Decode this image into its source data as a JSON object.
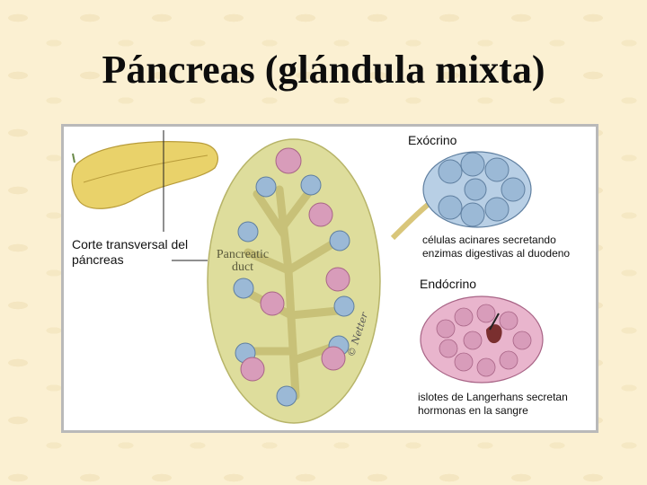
{
  "title": "Páncreas (glándula mixta)",
  "labels": {
    "cross_section": "Corte transversal del páncreas",
    "duct": "Pancreatic duct",
    "exocrine": "Exócrino",
    "acinar_caption": "células acinares secretando enzimas digestivas al duodeno",
    "endocrine": "Endócrino",
    "islets_caption": "islotes de Langerhans secretan hormonas en la sangre",
    "signature": "© Netter"
  },
  "colors": {
    "background": "#fbf0d2",
    "pancreas_tissue": "#dedd9c",
    "duct": "#c8c178",
    "acini": "#9bb9d6",
    "islets": "#d89cba"
  }
}
